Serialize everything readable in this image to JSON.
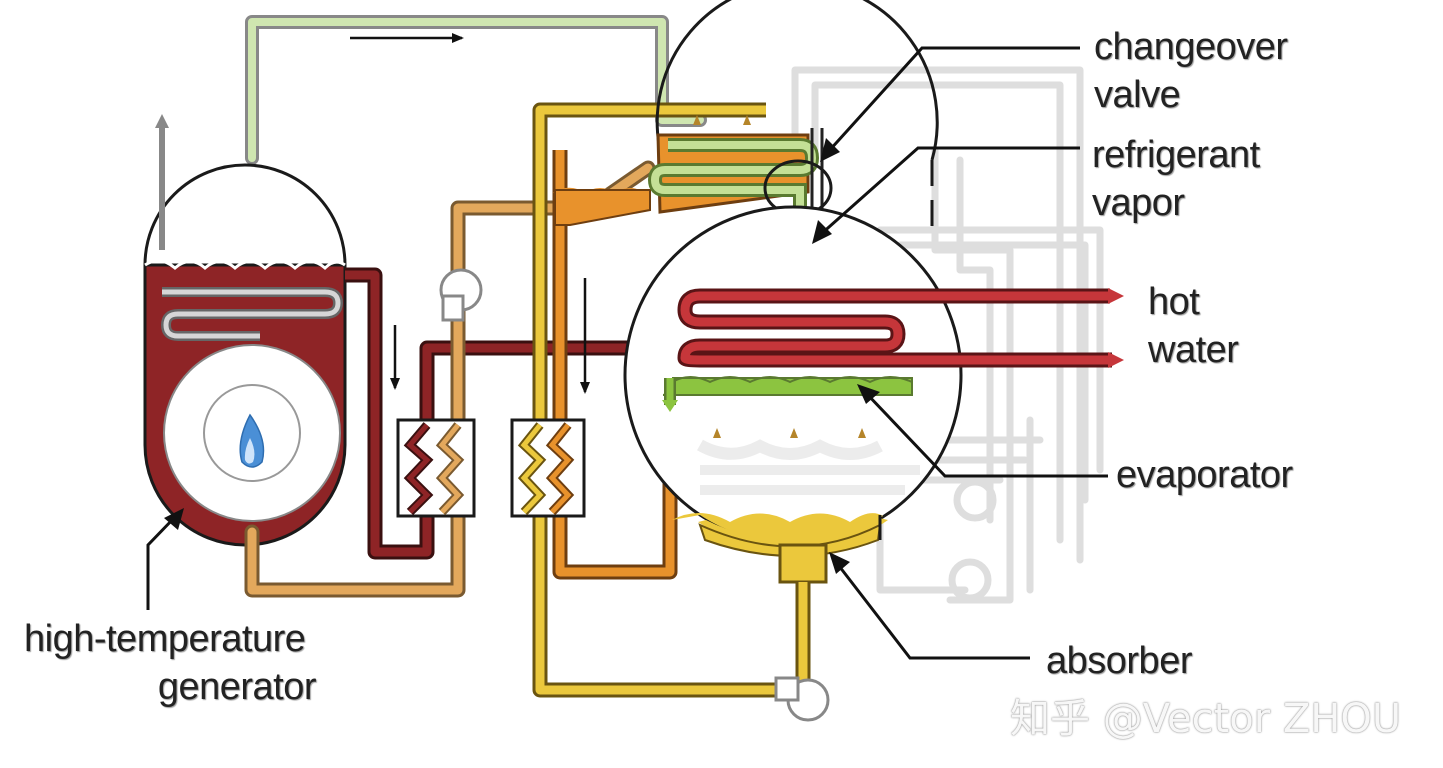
{
  "labels": {
    "changeover_valve": [
      "changeover",
      "valve"
    ],
    "refrigerant_vapor": [
      "refrigerant",
      "vapor"
    ],
    "hot_water": [
      "hot",
      "water"
    ],
    "evaporator": "evaporator",
    "absorber": "absorber",
    "high_temperature_generator": [
      "high-temperature",
      "generator"
    ]
  },
  "watermark": "知乎 @Vector ZHOU",
  "colors": {
    "dark_red": "#8e2426",
    "hot_red": "#c6363a",
    "orange": "#e8922c",
    "tan": "#e3a85c",
    "yellow": "#ebc83c",
    "green": "#8cc440",
    "pale_green": "#c4e096",
    "grey": "#8a8a8a",
    "faint": "#dcdcdc",
    "flame_blue": "#4a8fd6"
  },
  "icons": [
    "flame-icon",
    "pump-icon",
    "spray-nozzle-icon",
    "flow-arrow-icon"
  ]
}
